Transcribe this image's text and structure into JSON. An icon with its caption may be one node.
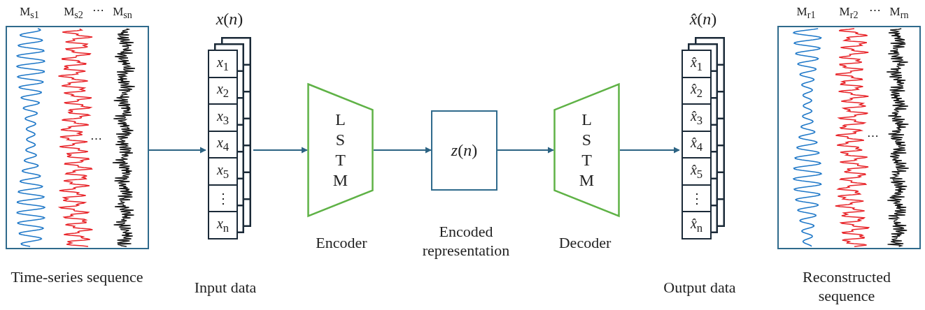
{
  "diagram": {
    "nodes": [
      {
        "text": [],
        "shape": "picture",
        "beside": [
          "M$_{s1}$",
          "M$_{s2}$",
          "⋯",
          "M$_{sn}$",
          "Time-series sequence"
        ]
      },
      {
        "text": [
          "*x*(*n*)"
        ],
        "beside": [
          "Input data"
        ]
      },
      {
        "text": [
          "*x*$_{1}$"
        ],
        "in": 1
      },
      {
        "text": [
          "*x*$_{2}$"
        ],
        "in": 1
      },
      {
        "text": [
          "*x*$_{3}$"
        ],
        "in": 1
      },
      {
        "text": [
          "*x*$_{4}$"
        ],
        "in": 1
      },
      {
        "text": [
          "*x*$_{5}$"
        ],
        "in": 1
      },
      {
        "text": [
          "⋮"
        ],
        "in": 1
      },
      {
        "text": [
          "*x*$_{n}$"
        ],
        "in": 1
      },
      {
        "text": [
          "L S T M"
        ],
        "beside": [
          "Encoder"
        ]
      },
      {
        "text": [
          "*z*(*n*)"
        ],
        "beside": [
          "Encoded representation"
        ]
      },
      {
        "text": [
          "L S T M"
        ],
        "beside": [
          "Decoder"
        ]
      },
      {
        "text": [
          "*x̂*(*n*)"
        ],
        "beside": [
          "Output data"
        ]
      },
      {
        "text": [
          "*x̂*$_{1}$"
        ],
        "in": 12
      },
      {
        "text": [
          "*x̂*$_{2}$"
        ],
        "in": 12
      },
      {
        "text": [
          "*x̂*$_{3}$"
        ],
        "in": 12
      },
      {
        "text": [
          "*x̂*$_{4}$"
        ],
        "in": 12
      },
      {
        "text": [
          "*x̂*$_{5}$"
        ],
        "in": 12
      },
      {
        "text": [
          "⋮"
        ],
        "in": 12
      },
      {
        "text": [
          "*x̂*$_{n}$"
        ],
        "in": 12
      },
      {
        "text": [],
        "shape": "picture",
        "beside": [
          "M$_{r1}$",
          "M$_{r2}$",
          "⋯",
          "M$_{rn}$",
          "Reconstructed sequence"
        ]
      }
    ],
    "edges": [
      {
        "from": 0,
        "to": 1,
        "arrow": "to"
      },
      {
        "from": 1,
        "to": 9,
        "arrow": "to"
      },
      {
        "from": 9,
        "to": 10,
        "arrow": "to"
      },
      {
        "from": 10,
        "to": 11,
        "arrow": "to"
      },
      {
        "from": 11,
        "to": 12,
        "arrow": "to"
      }
    ],
    "labels": [
      "⋯",
      "⋯"
    ]
  }
}
